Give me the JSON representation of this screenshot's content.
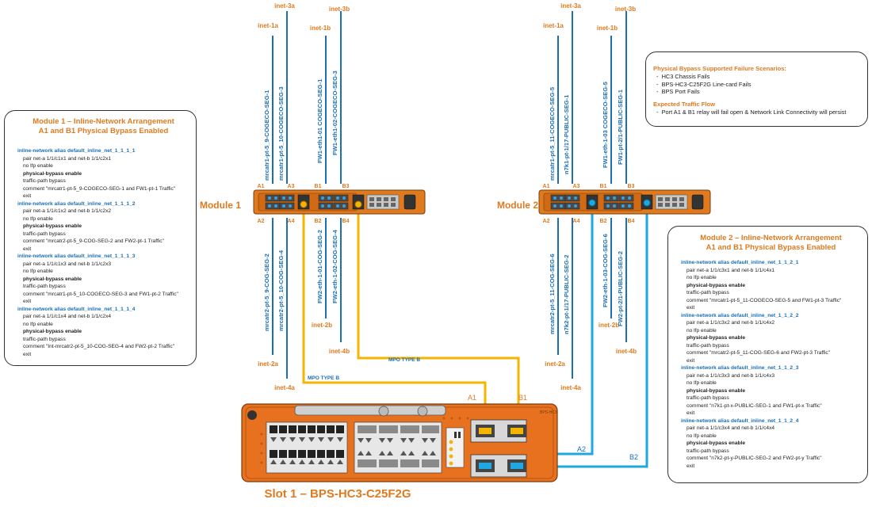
{
  "colors": {
    "orange": "#e07a1f",
    "blue": "#1a6fb5",
    "cable_yellow": "#f5b400",
    "cable_cyan": "#1ea7e1",
    "chassis": "#e8711f",
    "module_body": "#e07a1f"
  },
  "module1": {
    "label": "Module 1",
    "ports_top": [
      "A1",
      "A3",
      "B1",
      "B3"
    ],
    "ports_bottom": [
      "A2",
      "A4",
      "B2",
      "B4"
    ],
    "lines_top": [
      {
        "inet": "inet-1a",
        "name": "mrcatr1-pt-5_9-COGECO-SEG-1"
      },
      {
        "inet": "inet-3a",
        "name": "mrcatr1-pt-5_10-COGECO-SEG-3"
      },
      {
        "inet": "inet-1b",
        "name": "FW1-eth1-01 COGECO-SEG-1"
      },
      {
        "inet": "inet-3b",
        "name": "FW1-eth1-02-COGECO-SEG-3"
      }
    ],
    "lines_bottom": [
      {
        "inet": "inet-2a",
        "name": "mrcatr2-pt-5_9-COG-SEG-2"
      },
      {
        "inet": "inet-4a",
        "name": "mrcatr2-pt-5_10-COG-SEG-4"
      },
      {
        "inet": "inet-2b",
        "name": "FW2-eth-1-01-COG-SEG-2"
      },
      {
        "inet": "inet-4b",
        "name": "FW2-eth-1-02-COG-SEG-4"
      }
    ]
  },
  "module2": {
    "label": "Module 2",
    "ports_top": [
      "A1",
      "A3",
      "B1",
      "B3"
    ],
    "ports_bottom": [
      "A2",
      "A4",
      "B2",
      "B4"
    ],
    "lines_top": [
      {
        "inet": "inet-1a",
        "name": "mrcatr1-pt-5_11-COGECO-SEG-5"
      },
      {
        "inet": "inet-3a",
        "name": "n7k1-pt-1/17-PUBLIC-SEG-1"
      },
      {
        "inet": "inet-1b",
        "name": "FW1-eth-1-03 COGECO-SEG-5"
      },
      {
        "inet": "inet-3b",
        "name": "FW1-pt-2/1-PUBLIC-SEG-1"
      }
    ],
    "lines_bottom": [
      {
        "inet": "inet-2a",
        "name": "mrcatr2-pt-5_11-COG-SEG-6"
      },
      {
        "inet": "inet-4a",
        "name": "n7k2-pt-1/17-PUBLIC-SEG-2"
      },
      {
        "inet": "inet-2b",
        "name": "FW2-eth-1-03-COG-SEG-6"
      },
      {
        "inet": "inet-4b",
        "name": "FW2-pt-2/1-PUBLIC-SEG-2"
      }
    ]
  },
  "box1": {
    "title1": "Module 1 – Inline-Network Arrangement",
    "title2": "A1 and B1 Physical Bypass Enabled",
    "blocks": [
      {
        "alias": "inline-network alias default_inline_net_1_1_1_1",
        "pair": "pair net-a 1/1/c1x1 and net-b 1/1/c2x1",
        "comment": "comment \"mrcatr1-pt-5_9-COGECO-SEG-1 and FW1-pt-1 Traffic\""
      },
      {
        "alias": "inline-network alias default_inline_net_1_1_1_2",
        "pair": "pair net-a 1/1/c1x2 and net-b 1/1/c2x2",
        "comment": "comment \"mrcatr2-pt-5_9-COG-SEG-2 and FW2-pt-1 Traffic\""
      },
      {
        "alias": "inline-network alias default_inline_net_1_1_1_3",
        "pair": "pair net-a 1/1/c1x3 and net-b 1/1/c2x3",
        "comment": "comment \"mrcatr1-pt-5_10-COGECO-SEG-3 and FW1-pt-2 Traffic\""
      },
      {
        "alias": "inline-network alias default_inline_net_1_1_1_4",
        "pair": "pair net-a 1/1/c1x4 and net-b 1/1/c2x4",
        "comment": "comment \"Int-mrcatr2-pt-5_10-COG-SEG-4 and FW2-pt-2 Traffic\""
      }
    ]
  },
  "box2": {
    "title1": "Module 2 – Inline-Network Arrangement",
    "title2": "A1 and B1 Physical Bypass Enabled",
    "blocks": [
      {
        "alias": "inline-network alias default_inline_net_1_1_2_1",
        "pair": "pair net-a 1/1/c3x1 and net-b 1/1/c4x1",
        "comment": "comment \"mrcatr1-pt-5_11-COGECO-SEG-5 and FW1-pt-3 Traffic\""
      },
      {
        "alias": "inline-network alias default_inline_net_1_1_2_2",
        "pair": "pair net-a 1/1/c3x2 and net-b 1/1/c4x2",
        "comment": "comment \"mrcatr2-pt-5_11-COG-SEG-6 and FW2-pt-3 Traffic\""
      },
      {
        "alias": "inline-network alias default_inline_net_1_1_2_3",
        "pair": "pair net-a 1/1/c3x3 and net-b 1/1/c4x3",
        "comment": "comment \"n7k1-pt-x-PUBLIC-SEG-1 and FW1-pt-x Traffic\""
      },
      {
        "alias": "inline-network alias default_inline_net_1_1_2_4",
        "pair": "pair net-a 1/1/c3x4 and net-b 1/1/c4x4",
        "comment": "comment \"n7k2-pt-y-PUBLIC-SEG-2 and FW2-pt-y Traffic\""
      }
    ]
  },
  "cfg_common": {
    "nolfp": "no lfp enable",
    "pbe": "physical-bypass enable",
    "tpb": "traffic-path bypass",
    "exit": "exit"
  },
  "failure": {
    "heading": "Physical Bypass Supported Failure Scenarios:",
    "items": [
      "HC3 Chassis Fails",
      "BPS-HC3-C25F2G Line-card Fails",
      "BPS Port Fails"
    ],
    "flow_heading": "Expected Traffic Flow",
    "flow_items": [
      "Port A1 & B1 relay will fail open & Network Link Connectivity will persist"
    ]
  },
  "cables": {
    "mpo1": "MPO TYPE B",
    "mpo2": "MPO TYPE B",
    "a1": "A1",
    "b1": "B1",
    "a2": "A2",
    "b2": "B2"
  },
  "slot": {
    "title": "Slot 1 – BPS-HC3-C25F2G",
    "chassis_label": "BPS-HC3"
  }
}
